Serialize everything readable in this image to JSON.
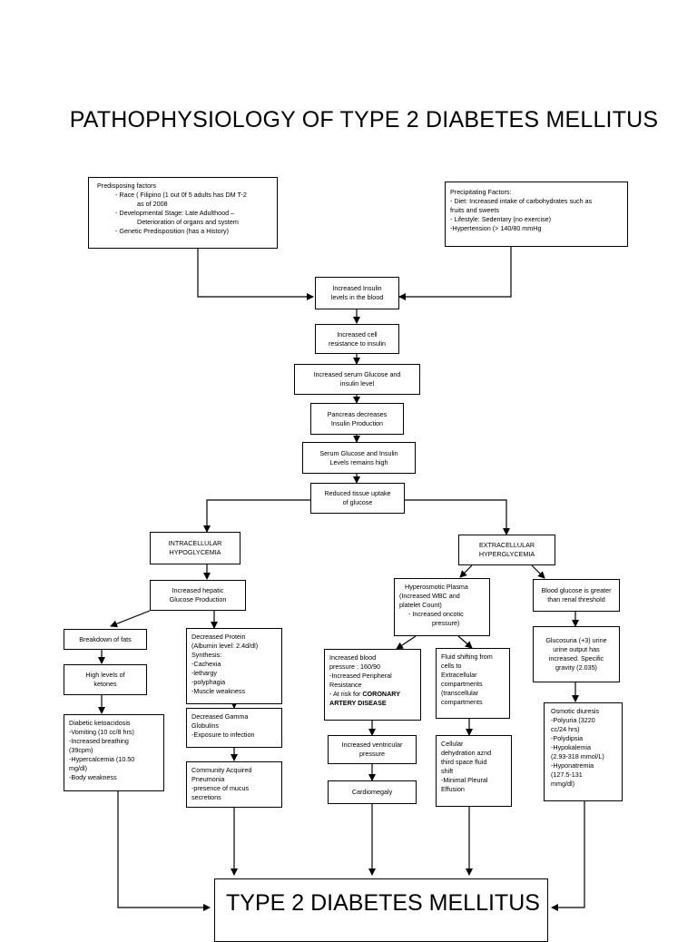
{
  "title": "PATHOPHYSIOLOGY OF TYPE 2 DIABETES MELLITUS",
  "predisposing": {
    "heading": "Predisposing factors",
    "lines": [
      "-  Race ( Filipino (1 out 0f 5 adults has DM T-2",
      "as of 2008",
      "-  Developmental Stage: Late Adulthood –",
      "Deterioration of organs and system",
      "-  Genetic Predisposition (has a History)"
    ]
  },
  "precipitating": {
    "heading": "Precipitating Factors:",
    "lines": [
      "- Diet: Increased intake of carbohydrates such as",
      "fruits and sweets",
      "- Lifestyle: Sedentary (no exercise)",
      "-Hypertension (> 140/80 mmHg"
    ]
  },
  "chain": [
    [
      "Increased Insulin",
      "levels in the blood"
    ],
    [
      "Increased cell",
      "resistance to insulin"
    ],
    [
      "Increased serum Glucose and",
      "insulin level"
    ],
    [
      "Pancreas decreases",
      "Insulin Production"
    ],
    [
      "Serum Glucose and Insulin",
      "Levels remains high"
    ],
    [
      "Reduced tissue uptake",
      "of glucose"
    ]
  ],
  "intracellular": [
    "INTRACELLULAR",
    "HYPOGLYCEMIA"
  ],
  "extracellular": [
    "EXTRACELLULAR",
    "HYPERGLYCEMIA"
  ],
  "hepatic": [
    "Increased hepatic",
    "Glucose Production"
  ],
  "fats": "Breakdown of fats",
  "ketones": [
    "High levels of",
    "ketones"
  ],
  "dka": [
    "Diabetic ketoacidosis",
    "-Vomiting (10 cc/8 hrs)",
    "-Increased breathing",
    "(39cpm)",
    "-Hypercalcemia (10.50",
    "mg/dl)",
    "-Body weakness"
  ],
  "protein": [
    "Decreased Protein",
    "(Albumin level: 2.4d/dl)",
    "Synthesis:",
    "-Cachexia",
    "-lethargy",
    "-polyphagia",
    "-Muscle weakness"
  ],
  "gamma": [
    "Decreased Gamma",
    "Globulins",
    "-Exposure to infection"
  ],
  "pneumonia": [
    "Community Acquired",
    "Pneumonia",
    "-presence of mucus",
    "secretions"
  ],
  "hyperosmotic": [
    "Hyperosmotic Plasma",
    "(Increased WBC and",
    "platelet Count)",
    "-      Increased oncotic",
    "pressure)"
  ],
  "bp": {
    "lines": [
      "Increased blood",
      "pressure : 160/90",
      "-Increased Peripheral",
      "Resistance",
      "-  At risk for "
    ],
    "bold1": "CORONARY",
    "bold2": "ARTERY DISEASE"
  },
  "fluidshift": [
    "Fluid shifting from",
    "cells to",
    "Extracellular",
    "compartments",
    "(transcellular",
    "compartments"
  ],
  "ventricular": [
    "Increased ventricular",
    "pressure"
  ],
  "cardiomegaly": "Cardiomegaly",
  "dehydration": [
    "Cellular",
    "dehydration aznd",
    "third space fluid",
    "shift",
    "-Minimal Pleural",
    "Effusion"
  ],
  "renal": [
    "Blood glucose is greater",
    "than renal threshold"
  ],
  "glucosuria": [
    "Glucosuria (+3) urine",
    "urine output has",
    "increased. Specific",
    "gravity (2.035)"
  ],
  "osmotic": [
    "Osmotic diuresis",
    "-Polyuria (3220",
    "cc/24 hrs)",
    "-Polydipsia",
    "-Hypokalemia",
    "(2.93-318 mmol/L)",
    "-Hyponatremia",
    "(127.5-131",
    "mmg/dl)"
  ],
  "final": "TYPE 2 DIABETES MELLITUS"
}
